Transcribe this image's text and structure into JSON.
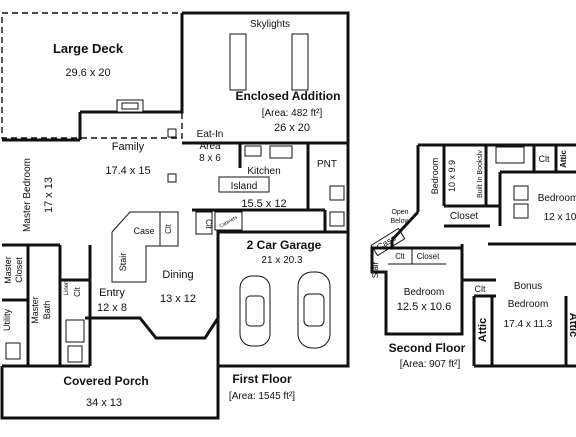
{
  "first_floor": {
    "title": "First Floor",
    "area": "[Area: 1545 ft²]",
    "rooms": {
      "large_deck": {
        "name": "Large Deck",
        "dims": "29.6 x 20"
      },
      "skylights": {
        "name": "Skylights"
      },
      "enclosed_addition": {
        "name": "Enclosed Addition",
        "area": "[Area: 482 ft²]",
        "dims": "26 x 20"
      },
      "family": {
        "name": "Family",
        "dims": "17.4 x 15"
      },
      "eat_in": {
        "line1": "Eat-In",
        "line2": "Area",
        "dims": "8 x 6"
      },
      "kitchen": {
        "name": "Kitchen",
        "dims": "15.5 x 12",
        "island": "Island"
      },
      "pantry": {
        "name": "PNT"
      },
      "master_bedroom": {
        "name": "Master Bedroom",
        "dims": "17 x 13"
      },
      "master_closet": {
        "line1": "Master",
        "line2": "Closet"
      },
      "utility": {
        "name": "Utility"
      },
      "master_bath": {
        "line1": "Master",
        "line2": "Bath"
      },
      "linen": {
        "name": "Linen"
      },
      "clt_bath": {
        "name": "Clt"
      },
      "entry": {
        "name": "Entry",
        "dims": "12 x 8"
      },
      "dining": {
        "name": "Dining",
        "dims": "13 x 12"
      },
      "stair_case": {
        "stair": "Stair",
        "case": "Case",
        "clt": "Clt"
      },
      "garage": {
        "name": "2 Car Garage",
        "dims": "21 x 20.3"
      },
      "clt_kitchen": {
        "name": "Clt"
      },
      "cabinets": {
        "name": "Cabinets"
      },
      "covered_porch": {
        "name": "Covered Porch",
        "dims": "34 x 13"
      }
    }
  },
  "second_floor": {
    "title": "Second Floor",
    "area": "[Area: 907 ft²]",
    "rooms": {
      "bedroom_small": {
        "name": "Bedroom",
        "dims": "10 x 9.9"
      },
      "built_in": {
        "name": "Built In Bookslv"
      },
      "clt_top": {
        "name": "Clt"
      },
      "attic_top": {
        "name": "Attic"
      },
      "bedroom_right": {
        "name": "Bedroom",
        "dims": "12 x 10"
      },
      "closet": {
        "name": "Closet"
      },
      "open_below": {
        "line1": "Open",
        "line2": "Below"
      },
      "stair_case": {
        "stair": "Stair",
        "case": "Case"
      },
      "clt_a": {
        "name": "Clt"
      },
      "closet_b": {
        "name": "Closet"
      },
      "bedroom_main": {
        "name": "Bedroom",
        "dims": "12.5 x 10.6"
      },
      "clt_c": {
        "name": "Clt"
      },
      "bonus": {
        "name": "Bonus",
        "line2": "Bedroom",
        "dims": "17.4 x 11.3"
      },
      "attic_left": {
        "name": "Attic"
      },
      "attic_right": {
        "name": "Attic"
      }
    }
  }
}
